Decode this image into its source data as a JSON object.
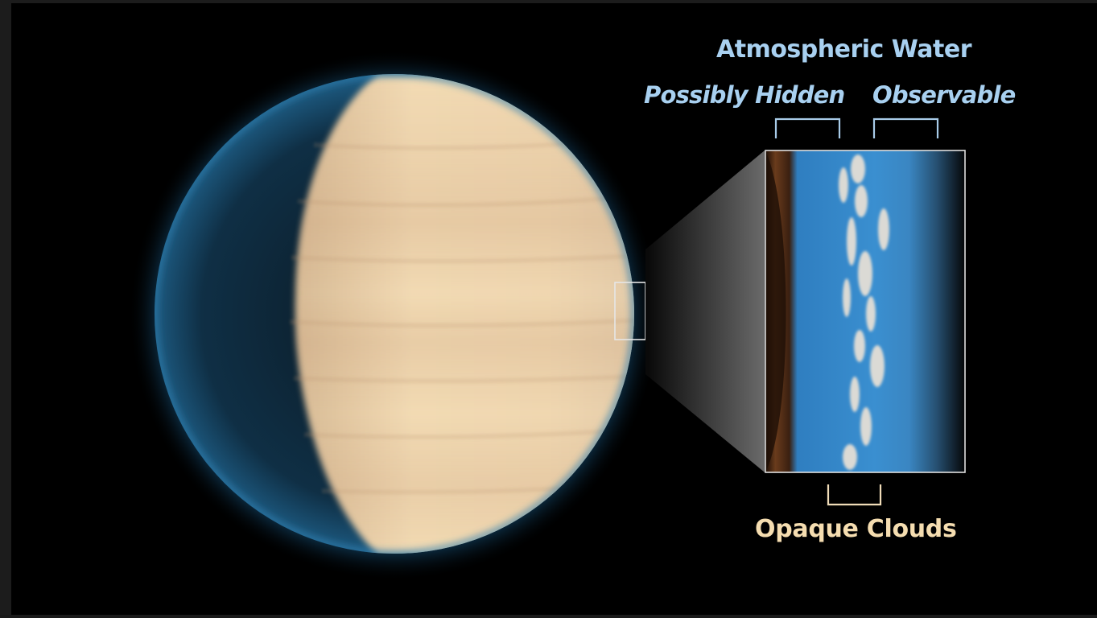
{
  "labels": {
    "atmospheric_water": "Atmospheric Water",
    "possibly_hidden": "Possibly Hidden",
    "observable": "Observable",
    "opaque_clouds": "Opaque Clouds"
  },
  "colors": {
    "background": "#000000",
    "frame_border": "#1a1a1a",
    "label_blue": "#a8d0f0",
    "label_cream": "#f5ddb0",
    "bracket_blue": "#a8cbe8",
    "bracket_cream": "#f0dcb8",
    "planet_cream": "#f2d9b0",
    "planet_tan": "#c9a57f",
    "atmosphere_blue": "#3f8fc8",
    "atmosphere_glow": "#1f5f8a",
    "surface_brown": "#5a3418",
    "cloud_white": "#e8e2da"
  }
}
